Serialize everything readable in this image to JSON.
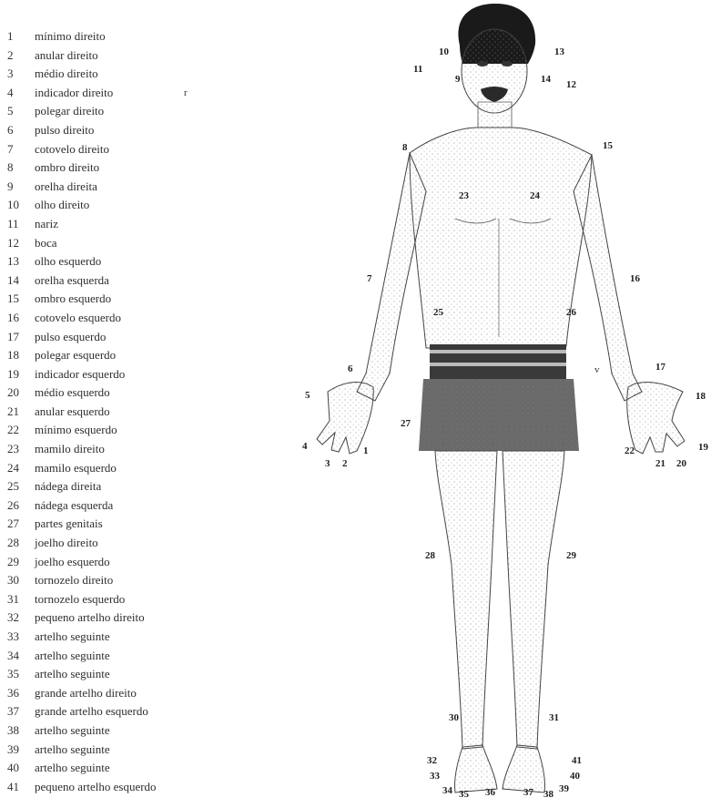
{
  "legend": [
    {
      "num": "1",
      "label": "mínimo direito"
    },
    {
      "num": "2",
      "label": "anular direito"
    },
    {
      "num": "3",
      "label": "médio direito"
    },
    {
      "num": "4",
      "label": "indicador direito"
    },
    {
      "num": "5",
      "label": "polegar direito"
    },
    {
      "num": "6",
      "label": "pulso direito"
    },
    {
      "num": "7",
      "label": "cotovelo direito"
    },
    {
      "num": "8",
      "label": "ombro direito"
    },
    {
      "num": "9",
      "label": "orelha direita"
    },
    {
      "num": "10",
      "label": "olho direito"
    },
    {
      "num": "11",
      "label": "nariz"
    },
    {
      "num": "12",
      "label": "boca"
    },
    {
      "num": "13",
      "label": "olho esquerdo"
    },
    {
      "num": "14",
      "label": "orelha esquerda"
    },
    {
      "num": "15",
      "label": "ombro esquerdo"
    },
    {
      "num": "16",
      "label": "cotovelo esquerdo"
    },
    {
      "num": "17",
      "label": "pulso esquerdo"
    },
    {
      "num": "18",
      "label": "polegar esquerdo"
    },
    {
      "num": "19",
      "label": "indicador esquerdo"
    },
    {
      "num": "20",
      "label": "médio esquerdo"
    },
    {
      "num": "21",
      "label": "anular esquerdo"
    },
    {
      "num": "22",
      "label": "mínimo esquerdo"
    },
    {
      "num": "23",
      "label": "mamilo direito"
    },
    {
      "num": "24",
      "label": "mamilo esquerdo"
    },
    {
      "num": "25",
      "label": "nádega direita"
    },
    {
      "num": "26",
      "label": "nádega esquerda"
    },
    {
      "num": "27",
      "label": "partes genitais"
    },
    {
      "num": "28",
      "label": "joelho direito"
    },
    {
      "num": "29",
      "label": "joelho esquerdo"
    },
    {
      "num": "30",
      "label": "tornozelo direito"
    },
    {
      "num": "31",
      "label": "tornozelo esquerdo"
    },
    {
      "num": "32",
      "label": "pequeno artelho direito"
    },
    {
      "num": "33",
      "label": "artelho seguinte"
    },
    {
      "num": "34",
      "label": "artelho seguinte"
    },
    {
      "num": "35",
      "label": "artelho seguinte"
    },
    {
      "num": "36",
      "label": "grande artelho direito"
    },
    {
      "num": "37",
      "label": "grande artelho esquerdo"
    },
    {
      "num": "38",
      "label": "artelho seguinte"
    },
    {
      "num": "39",
      "label": "artelho seguinte"
    },
    {
      "num": "40",
      "label": "artelho seguinte"
    },
    {
      "num": "41",
      "label": "pequeno artelho esquerdo"
    }
  ],
  "figure_labels": [
    "10",
    "13",
    "11",
    "9",
    "14",
    "12",
    "8",
    "15",
    "23",
    "24",
    "7",
    "16",
    "25",
    "26",
    "6",
    "17",
    "5",
    "18",
    "27",
    "4",
    "1",
    "22",
    "19",
    "3",
    "2",
    "21",
    "20",
    "28",
    "29",
    "30",
    "31",
    "32",
    "41",
    "33",
    "40",
    "34",
    "35",
    "36",
    "37",
    "38",
    "39"
  ],
  "specks": [
    "r",
    "v"
  ]
}
